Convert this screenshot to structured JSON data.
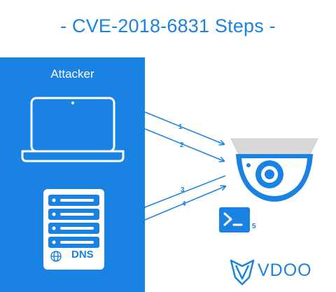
{
  "title": "- CVE-2018-6831 Steps -",
  "attacker_label": "Attacker",
  "dns_label": "DNS",
  "steps": [
    "1",
    "2",
    "3",
    "4",
    "5"
  ],
  "logo_text": "VDOO",
  "colors": {
    "accent": "#1a82e2",
    "background": "#ffffff",
    "panel": "#1a82e2"
  },
  "icons": [
    "laptop-icon",
    "dns-server-icon",
    "globe-icon",
    "camera-icon",
    "terminal-icon",
    "vdoo-logo-icon"
  ]
}
